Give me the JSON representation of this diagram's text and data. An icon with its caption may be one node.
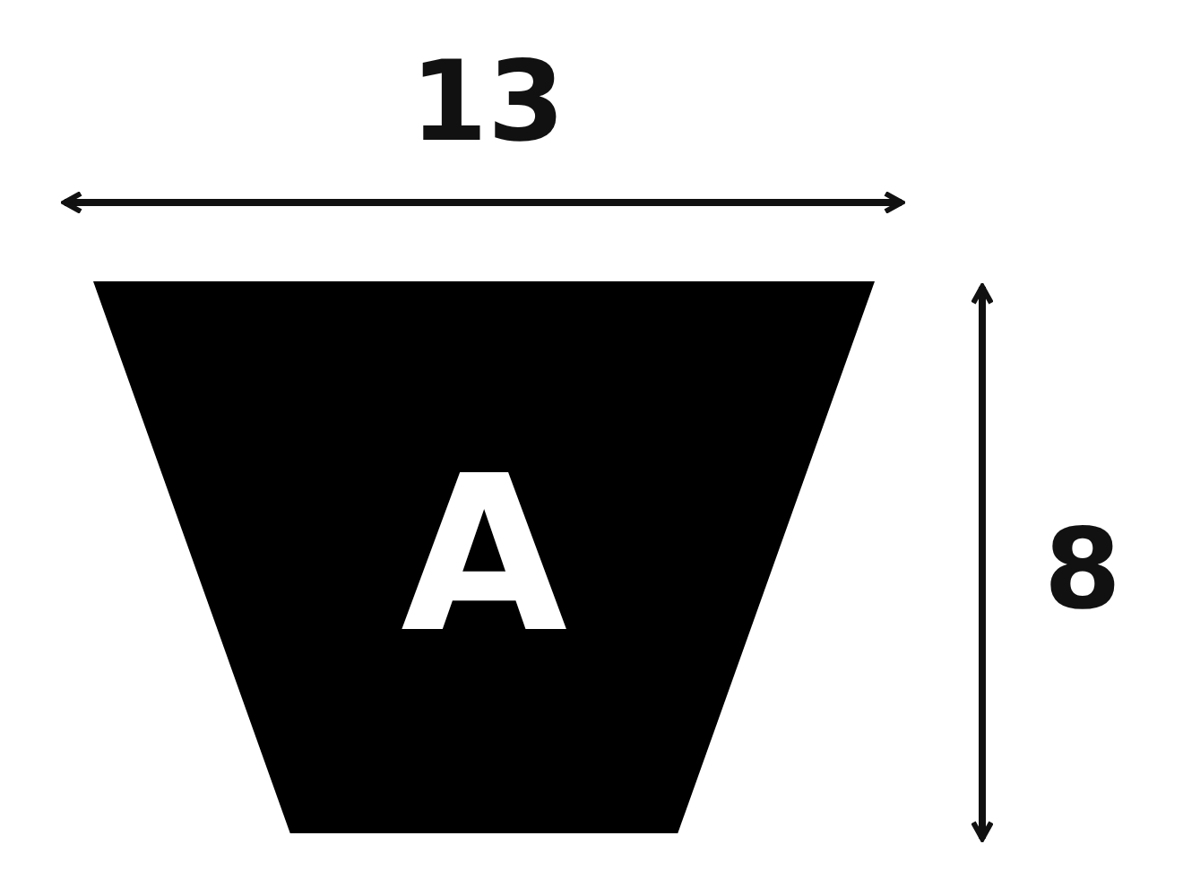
{
  "diagram": {
    "nodes": [
      {
        "text": [
          "A"
        ]
      }
    ],
    "labels": [
      "13",
      "8"
    ]
  }
}
